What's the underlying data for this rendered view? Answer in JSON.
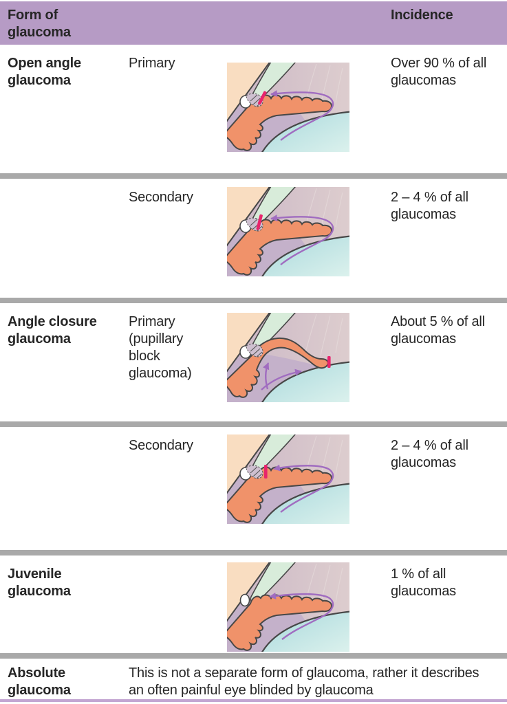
{
  "header": {
    "form_label": "Form of glaucoma",
    "incidence_label": "Incidence"
  },
  "rows": [
    {
      "form": "Open angle glaucoma",
      "subtype": "Primary",
      "illustration": "open-angle-primary",
      "incidence": "Over 90 % of all glaucomas"
    },
    {
      "form": "",
      "subtype": "Secondary",
      "illustration": "open-angle-secondary",
      "incidence": "2 – 4 % of all glaucomas"
    },
    {
      "form": "Angle closure glaucoma",
      "subtype": "Primary (pupillary block glaucoma)",
      "illustration": "angle-closure-primary",
      "incidence": "About 5 % of all glaucomas"
    },
    {
      "form": "",
      "subtype": "Secondary",
      "illustration": "angle-closure-secondary",
      "incidence": "2 – 4 % of all glaucomas"
    },
    {
      "form": "Juvenile glaucoma",
      "subtype": "",
      "illustration": "juvenile",
      "incidence": "1 % of all glaucomas"
    },
    {
      "form": "Absolute glaucoma",
      "description": "This is not a separate form of glaucoma, rather it describes an often painful eye blinded by glaucoma"
    }
  ],
  "colors": {
    "header_bg": "#b69bc5",
    "divider": "#a9a9a9",
    "bottom_rule": "#c3a6d2",
    "text": "#262626",
    "illustration": {
      "chamber_left": "#cbb7c6",
      "chamber_right": "#ddcdce",
      "posterior": "#c4b1ca",
      "sclera": "#f9ddc1",
      "cornea": "#d8ecda",
      "iris": "#f0926a",
      "lens_start": "#a8d8dc",
      "lens_end": "#dff3ee",
      "outline": "#474747",
      "flow_arrow": "#a06cc0",
      "block_marker": "#e8246c",
      "canal_fill": "#ffffff",
      "meshwork_fill": "#cfc0d0",
      "hatch": "#555555",
      "striation": "#e6dada"
    }
  }
}
